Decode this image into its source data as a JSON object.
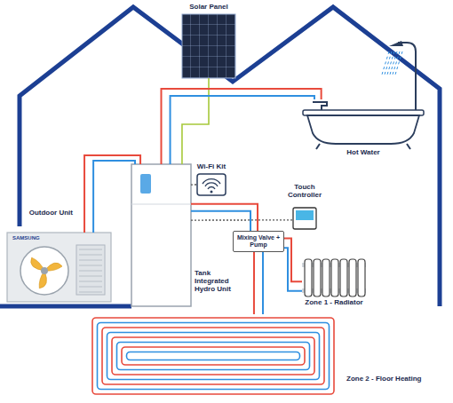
{
  "diagram": {
    "nodes": [
      {
        "text": [
          "Solar Panel"
        ]
      },
      {
        "text": [
          "Hot Water"
        ]
      },
      {
        "text": [
          "Wi-Fi Kit"
        ]
      },
      {
        "text": [
          "Outdoor Unit",
          "SAMSUNG"
        ]
      },
      {
        "text": [
          "Touch Controller"
        ]
      },
      {
        "text": [
          "Tank Integrated Hydro Unit"
        ]
      },
      {
        "text": [
          "Mixing Valve + Pump"
        ]
      },
      {
        "text": [
          "Zone 1 - Radiator"
        ]
      },
      {
        "text": [
          "Zone 2 - Floor Heating"
        ]
      }
    ],
    "edges": [
      {
        "from": 0,
        "to": 5,
        "arrow": "none"
      },
      {
        "from": 3,
        "to": 5,
        "arrow": "none"
      },
      {
        "from": 5,
        "to": 1,
        "arrow": "none"
      },
      {
        "from": 5,
        "to": 2,
        "arrow": "none"
      },
      {
        "from": 5,
        "to": 6,
        "arrow": "none"
      },
      {
        "from": 5,
        "to": 4,
        "arrow": "none"
      },
      {
        "from": 6,
        "to": 7,
        "arrow": "none"
      },
      {
        "from": 6,
        "to": 8,
        "arrow": "none"
      }
    ]
  }
}
